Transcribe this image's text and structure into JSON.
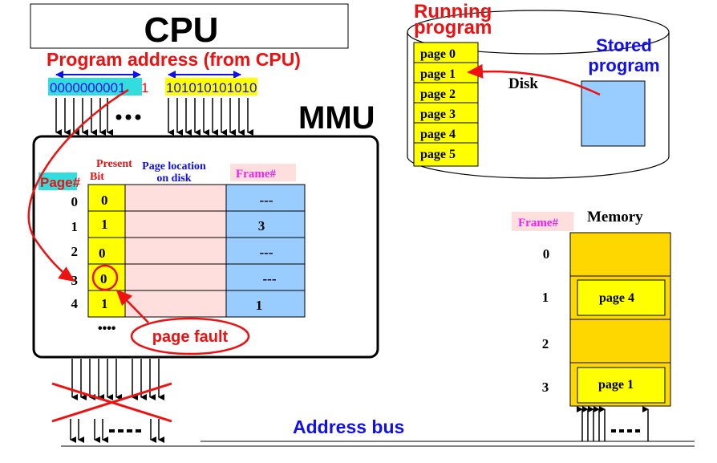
{
  "cpu": {
    "label": "CPU"
  },
  "program_address": {
    "title": "Program address (from CPU)",
    "page_bits": "0000000001",
    "page_bits_tail": "1",
    "offset_bits": "101010101010"
  },
  "mmu": {
    "label": "MMU"
  },
  "page_table": {
    "page_header": "Page#",
    "present_header": [
      "Present",
      "Bit"
    ],
    "location_header": [
      "Page location",
      "on disk"
    ],
    "frame_header": "Frame#",
    "rows": [
      {
        "page": "0",
        "present": "0",
        "frame": "---"
      },
      {
        "page": "1",
        "present": "1",
        "frame": "3"
      },
      {
        "page": "2",
        "present": "0",
        "frame": "---"
      },
      {
        "page": "3",
        "present": "0",
        "frame": "---"
      },
      {
        "page": "4",
        "present": "1",
        "frame": "1"
      }
    ],
    "more": "••••"
  },
  "page_fault": {
    "label": "page fault"
  },
  "disk": {
    "label": "Disk",
    "running_label": [
      "Running",
      "program"
    ],
    "stored_label": [
      "Stored",
      "program"
    ],
    "pages": [
      "page 0",
      "page 1",
      "page 2",
      "page 3",
      "page 4",
      "page 5"
    ]
  },
  "memory": {
    "label": "Memory",
    "frame_header": "Frame#",
    "frames": [
      {
        "index": "0",
        "content": ""
      },
      {
        "index": "1",
        "content": "page 4"
      },
      {
        "index": "2",
        "content": ""
      },
      {
        "index": "3",
        "content": "page 1"
      }
    ]
  },
  "address_bus": {
    "label": "Address bus"
  },
  "colors": {
    "red": "#ee1111",
    "blue": "#1010ee",
    "yellow": "#ffff00",
    "cyan": "#33dddd",
    "pink": "#ffdede",
    "light_blue": "#99ccff",
    "gold": "#ffd700",
    "magenta": "#ee22ee"
  }
}
